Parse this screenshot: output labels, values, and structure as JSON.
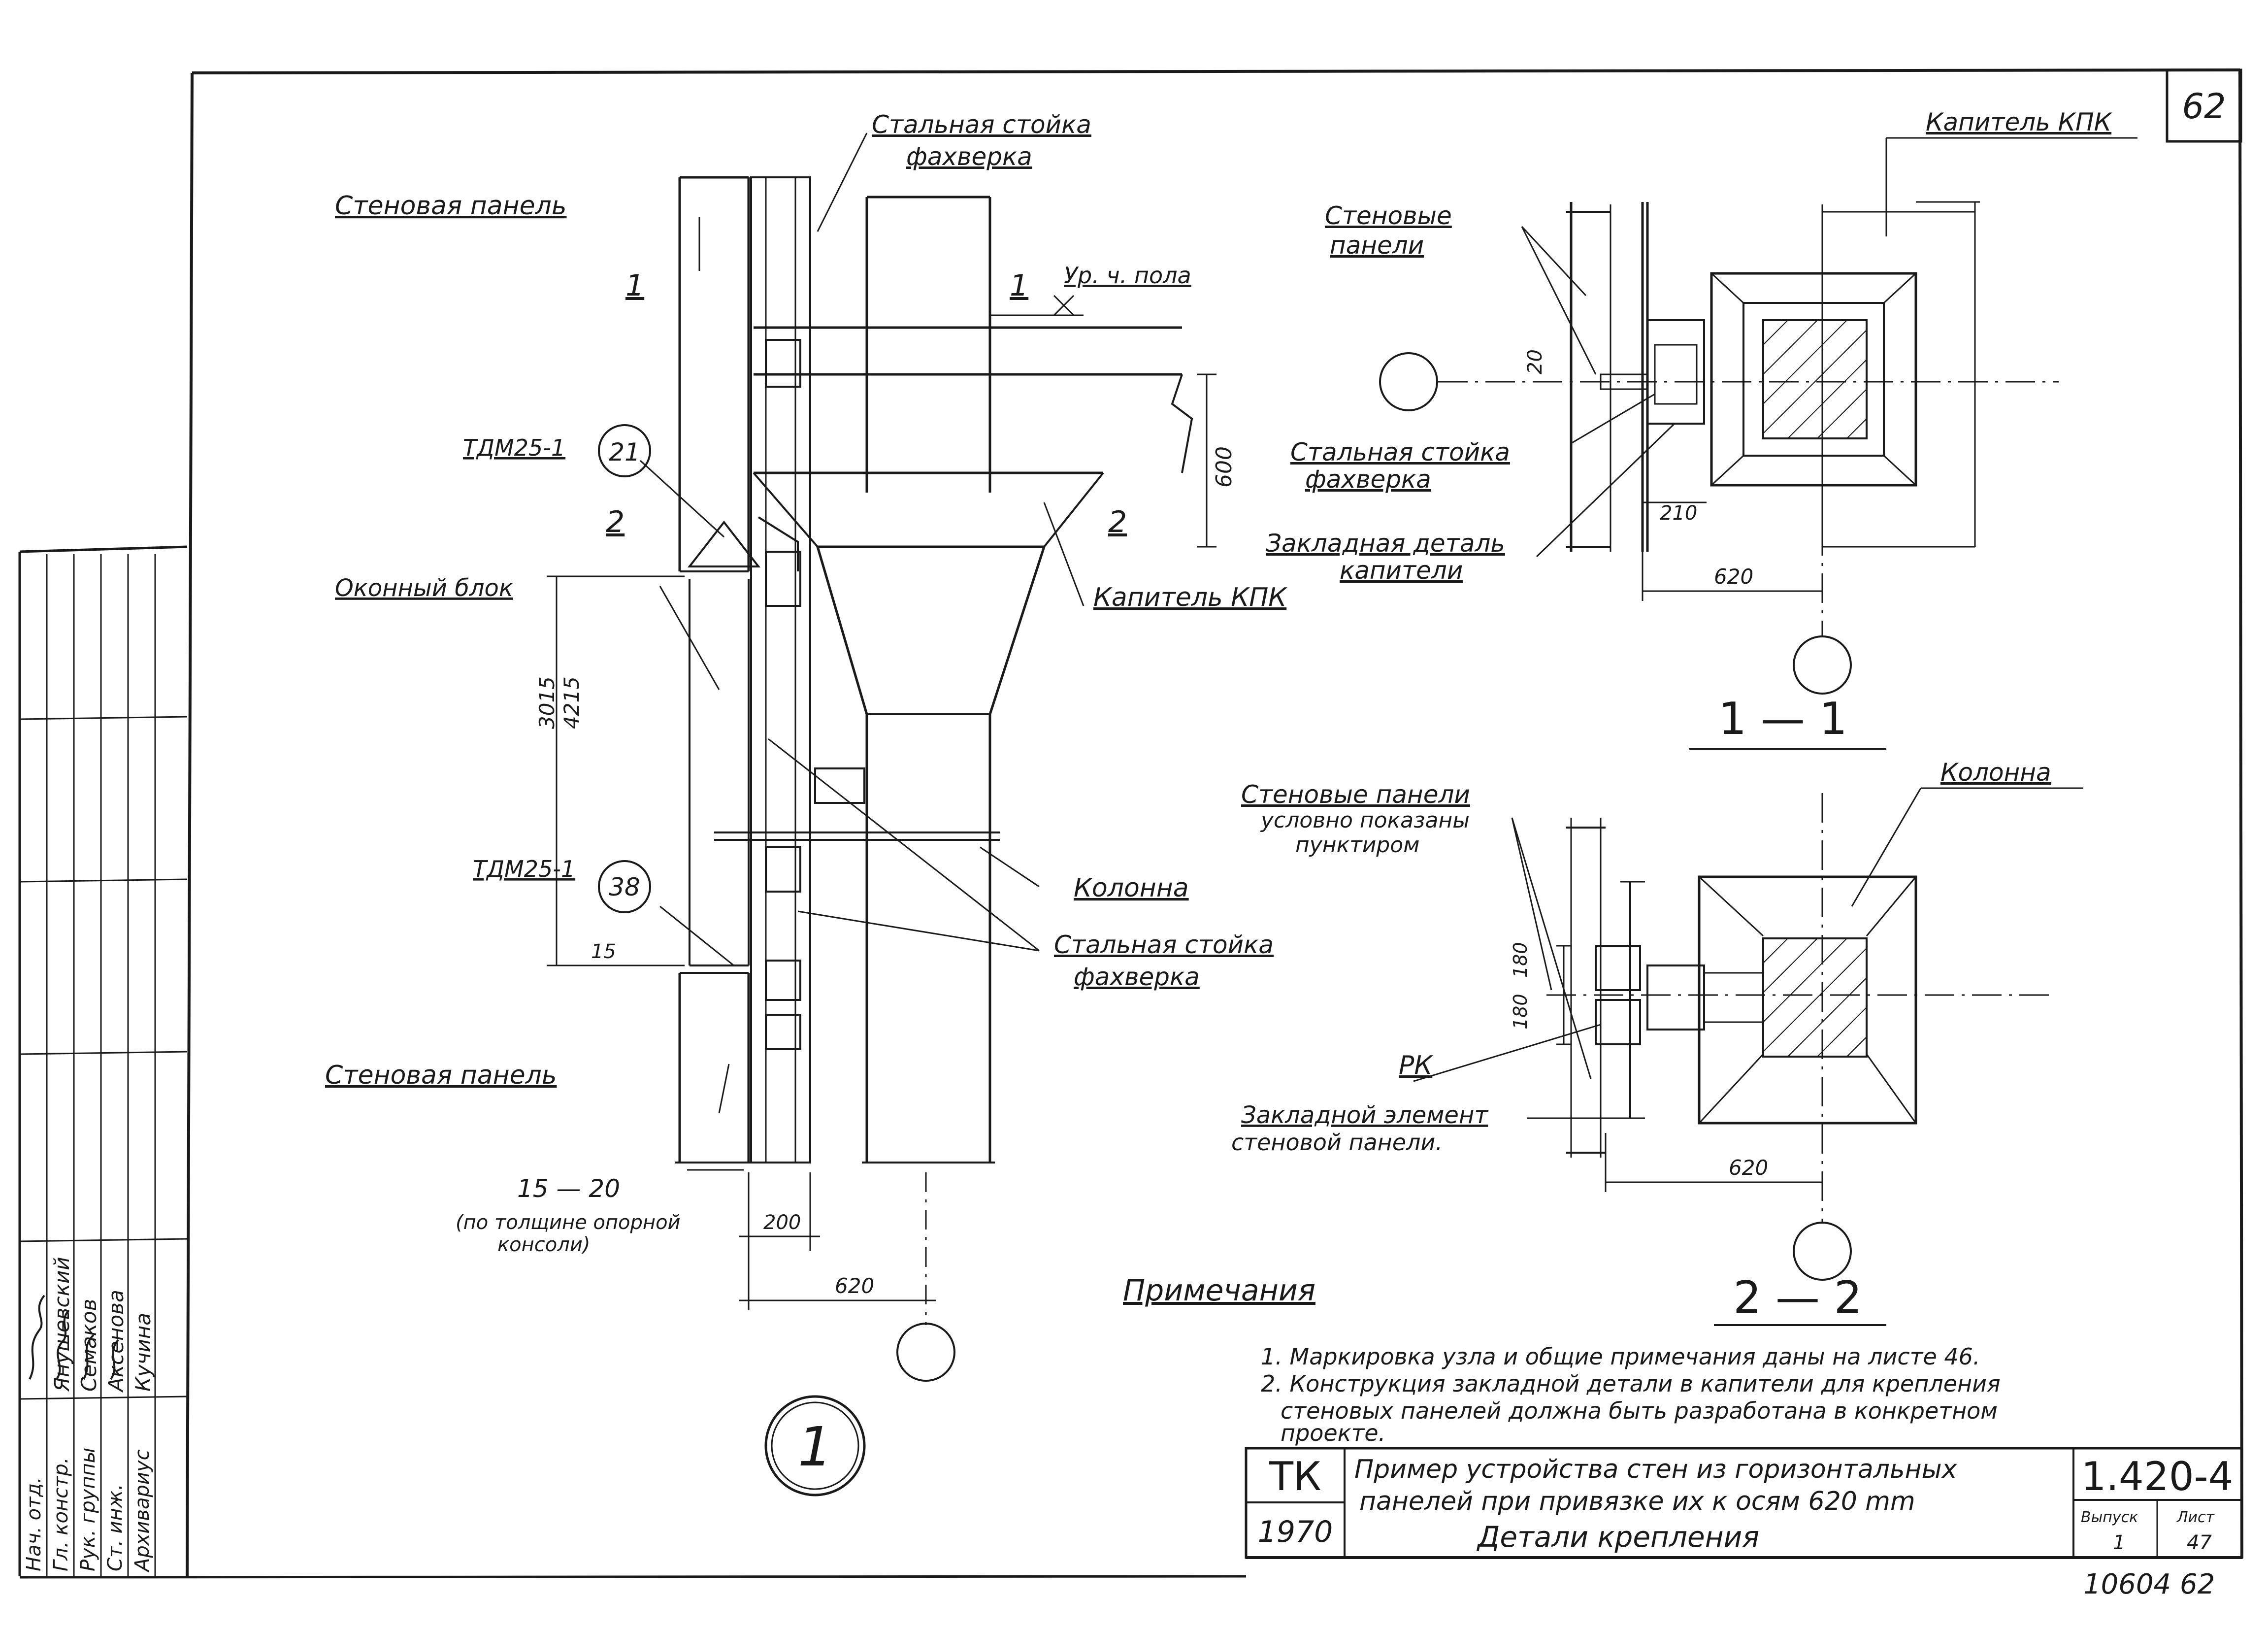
{
  "sheet": {
    "number": "62",
    "inventory": "10604 62"
  },
  "detail1": {
    "wall_panel_top": "Стеновая панель",
    "wall_panel_bottom": "Стеновая панель",
    "steel_post_top_line1": "Стальная стойка",
    "steel_post_top_line2": "фахверка",
    "steel_post_mid_line1": "Стальная стойка",
    "steel_post_mid_line2": "фахверка",
    "floor_level": "Ур. ч. пола",
    "capital": "Капитель КПК",
    "window_block": "Оконный блок",
    "column": "Колонна",
    "tdm_a": "ТДМ25-1",
    "tdm_a_ref": "21",
    "tdm_b": "ТДМ25-1",
    "tdm_b_ref": "38",
    "sec1_left": "1",
    "sec1_right": "1",
    "sec2_left": "2",
    "sec2_right": "2",
    "dim_600": "600",
    "dim_3015": "3015",
    "dim_4215": "4215",
    "dim_15": "15",
    "dim_15_20": "15 — 20",
    "dim_note_line1": "(по толщине опорной",
    "dim_note_line2": "консоли)",
    "dim_200": "200",
    "dim_620": "620",
    "node_number": "1"
  },
  "section11": {
    "title": "1 — 1",
    "capital": "Капитель КПК",
    "wall_panels_line1": "Стеновые",
    "wall_panels_line2": "панели",
    "steel_post_line1": "Стальная стойка",
    "steel_post_line2": "фахверка",
    "embedded_line1": "Закладная деталь",
    "embedded_line2": "капители",
    "dim_20": "20",
    "dim_210": "210",
    "dim_620": "620"
  },
  "section22": {
    "title": "2 — 2",
    "column": "Колонна",
    "panels_line1": "Стеновые панели",
    "panels_line2": "условно показаны",
    "panels_line3": "пунктиром",
    "rk": "РК",
    "embedded_line1": "Закладной элемент",
    "embedded_line2": "стеновой панели.",
    "dim_180a": "180",
    "dim_180b": "180",
    "dim_620": "620"
  },
  "notes": {
    "heading": "Примечания",
    "item1": "1. Маркировка узла и общие примечания даны на листе 46.",
    "item2_line1": "2. Конструкция закладной детали в капители для крепления",
    "item2_line2": "стеновых панелей должна быть разработана в конкретном",
    "item2_line3": "проекте."
  },
  "title_block": {
    "org": "ТК",
    "year": "1970",
    "title_line1": "Пример устройства стен из горизонтальных",
    "title_line2": "панелей при привязке их к осям 620 mm",
    "title_line3": "Детали крепления",
    "code": "1.420-4",
    "issue_label": "Выпуск",
    "issue_value": "1",
    "sheet_label": "Лист",
    "sheet_value": "47"
  },
  "side_stamp": {
    "roles": [
      "Нач. отд.",
      "Гл. констр.",
      "Рук. группы",
      "Ст. инж.",
      "Архивариус"
    ],
    "names": [
      "Янушевский",
      "Семаков",
      "Аксенова",
      "Кучина"
    ]
  }
}
